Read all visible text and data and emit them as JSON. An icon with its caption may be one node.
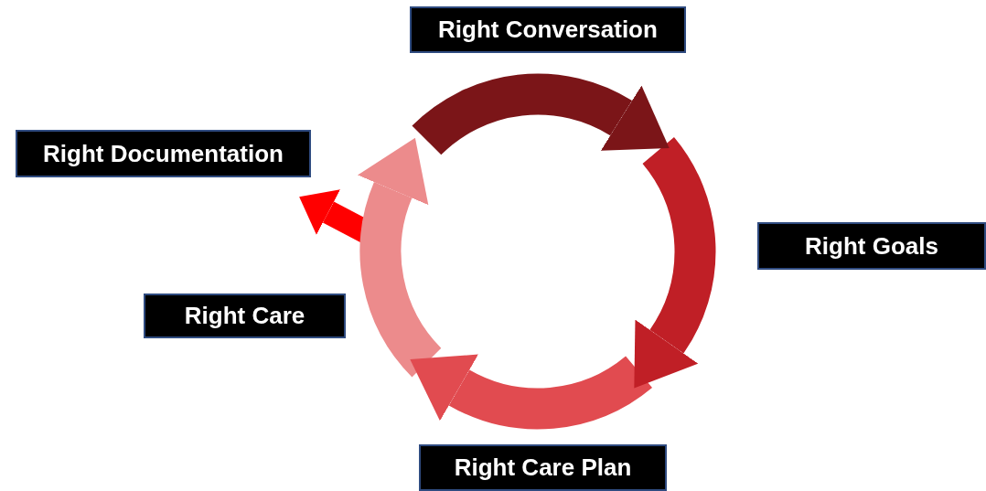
{
  "diagram": {
    "nodes": [
      {
        "text": [
          "Right Conversation"
        ]
      },
      {
        "text": [
          "Right Documentation"
        ]
      },
      {
        "text": [
          "Right Goals"
        ]
      },
      {
        "text": [
          "Right Care"
        ]
      },
      {
        "text": [
          "Right Care Plan"
        ]
      }
    ]
  }
}
